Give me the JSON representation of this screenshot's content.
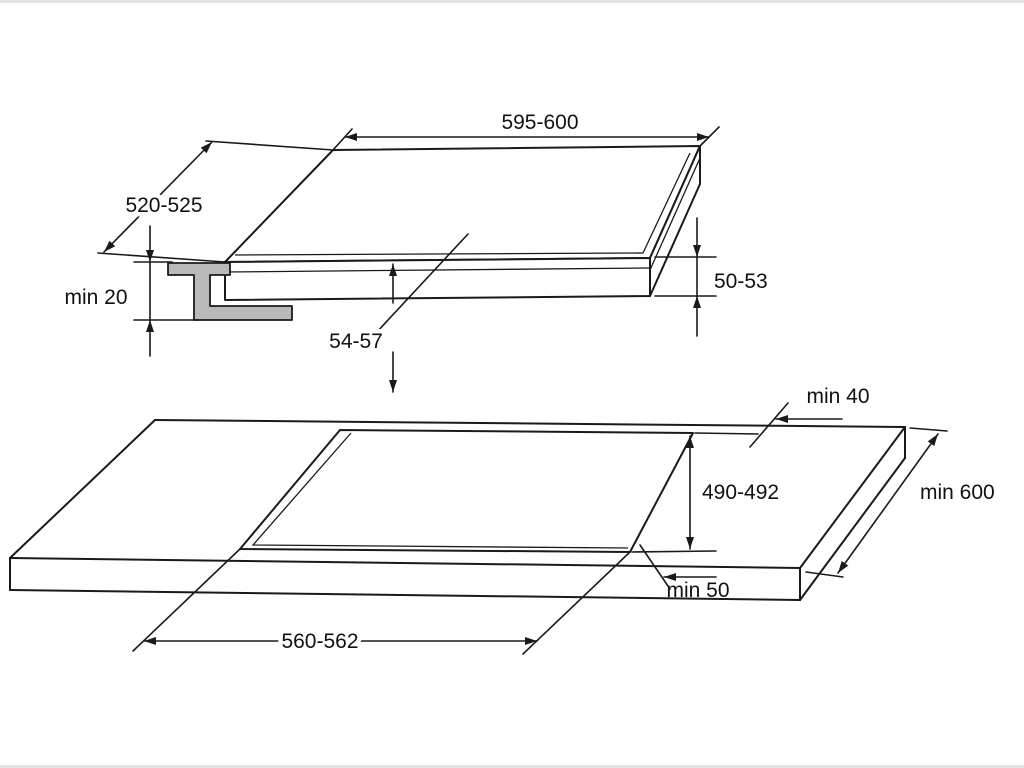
{
  "cooktop": {
    "width": "595-600",
    "depth": "520-525",
    "side_height": "50-53",
    "front_height": "54-57",
    "mounting_clearance": "min 20"
  },
  "worktop": {
    "back_clearance": "min 40",
    "cutout_depth": "490-492",
    "min_depth": "min 600",
    "front_clearance": "min 50",
    "cutout_width": "560-562"
  },
  "colors": {
    "line": "#1a1a1a",
    "bracket": "#b9b9b9",
    "background": "#ffffff"
  }
}
